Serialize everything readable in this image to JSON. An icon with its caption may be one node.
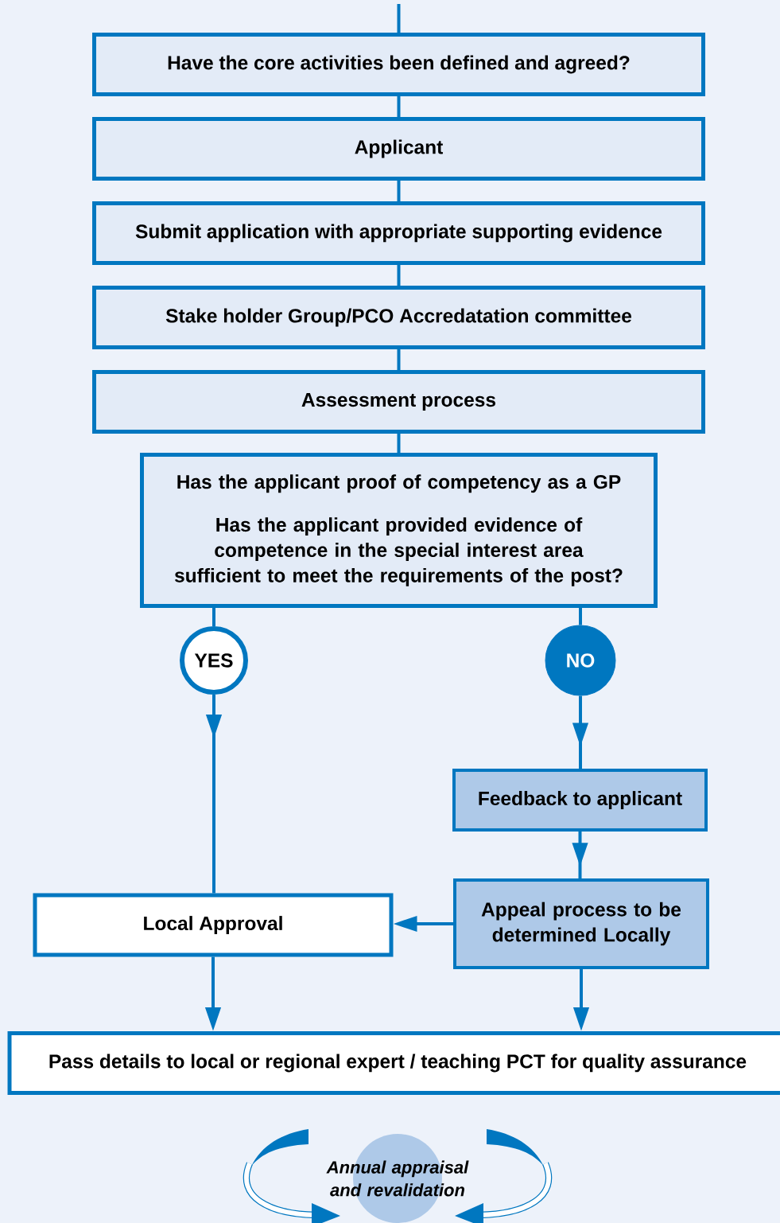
{
  "diagram": {
    "nodes": [
      {
        "text": [
          "Have the core activities been defined and agreed?"
        ]
      },
      {
        "text": [
          "Applicant"
        ]
      },
      {
        "text": [
          "Submit application with appropriate supporting evidence"
        ]
      },
      {
        "text": [
          "Stake holder Group/PCO Accredatation committee"
        ]
      },
      {
        "text": [
          "Assessment process"
        ]
      },
      {
        "text": [
          "Has the applicant proof of competency as a GP",
          "Has the applicant provided evidence of competence in the special interest area sufficient to meet the requirements of the post?"
        ]
      },
      {
        "text": [
          "YES"
        ]
      },
      {
        "text": [
          "NO"
        ]
      },
      {
        "text": [
          "Feedback to applicant"
        ]
      },
      {
        "text": [
          "Appeal process to be determined Locally"
        ]
      },
      {
        "text": [
          "Local Approval"
        ]
      },
      {
        "text": [
          "Pass details to local or regional expert / teaching PCT for quality assurance"
        ]
      },
      {
        "text": [
          "Annual appraisal and revalidation"
        ]
      }
    ],
    "edges": [
      {
        "from": null,
        "to": 0,
        "arrow": "none"
      },
      {
        "from": 0,
        "to": 1,
        "arrow": "none"
      },
      {
        "from": 1,
        "to": 2,
        "arrow": "none"
      },
      {
        "from": 2,
        "to": 3,
        "arrow": "none"
      },
      {
        "from": 3,
        "to": 4,
        "arrow": "none"
      },
      {
        "from": 4,
        "to": 5,
        "arrow": "none"
      },
      {
        "from": 5,
        "to": 6,
        "arrow": "none"
      },
      {
        "from": 5,
        "to": 7,
        "arrow": "none"
      },
      {
        "from": 6,
        "to": 10,
        "arrow": "to"
      },
      {
        "from": 7,
        "to": 8,
        "arrow": "to"
      },
      {
        "from": 8,
        "to": 9,
        "arrow": "to"
      },
      {
        "from": 9,
        "to": 10,
        "arrow": "to"
      },
      {
        "from": 10,
        "to": 11,
        "arrow": "to"
      },
      {
        "from": 9,
        "to": 11,
        "arrow": "to"
      }
    ]
  }
}
